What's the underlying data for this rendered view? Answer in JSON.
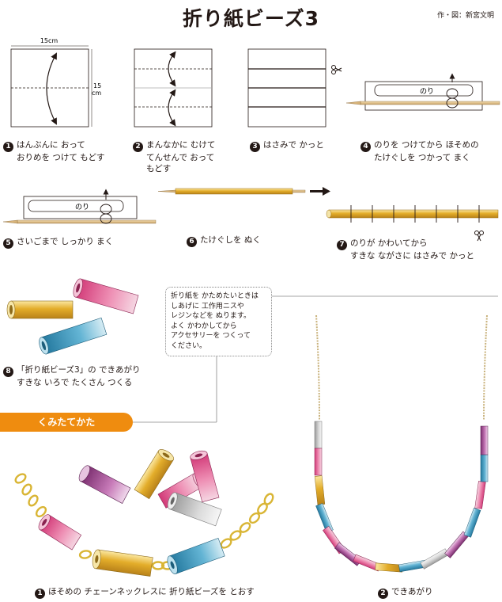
{
  "title": "折り紙ビーズ3",
  "credit": "作・図：新宮文明",
  "labels": {
    "width_cm": "15cm",
    "height_cm": "15",
    "height_unit": "cm",
    "glue": "のり"
  },
  "steps": [
    {
      "num": "1",
      "lines": [
        "はんぶんに おって",
        "おりめを つけて もどす"
      ]
    },
    {
      "num": "2",
      "lines": [
        "まんなかに むけて",
        "てんせんで おって",
        "もどす"
      ]
    },
    {
      "num": "3",
      "lines": [
        "はさみで かっと"
      ]
    },
    {
      "num": "4",
      "lines": [
        "のりを つけてから ほそめの",
        "たけぐしを つかって まく"
      ]
    },
    {
      "num": "5",
      "lines": [
        "さいごまで しっかり まく"
      ]
    },
    {
      "num": "6",
      "lines": [
        "たけぐしを ぬく"
      ]
    },
    {
      "num": "7",
      "lines": [
        "のりが かわいてから",
        "すきな ながさに はさみで かっと"
      ]
    },
    {
      "num": "8",
      "lines": [
        "「折り紙ビーズ3」の できあがり",
        "すきな いろで たくさん つくる"
      ]
    }
  ],
  "note": [
    "折り紙を かためたいときは",
    "しあげに 工作用ニスや",
    "レジンなどを ぬります。",
    "よく かわかしてから",
    "アクセサリーを つくって",
    "ください。"
  ],
  "section_title": "くみたてかた",
  "assembly": [
    {
      "num": "1",
      "text": "ほそめの チェーンネックレスに 折り紙ビーズを とおす"
    },
    {
      "num": "2",
      "text": "できあがり"
    }
  ],
  "colors": {
    "banner": "#ef8c0f",
    "gold": "#e8b83a",
    "pink": "#cf3a7c",
    "blue": "#2e8fb7",
    "silver": "#b8b8b8",
    "purple": "#7c3f8e"
  }
}
